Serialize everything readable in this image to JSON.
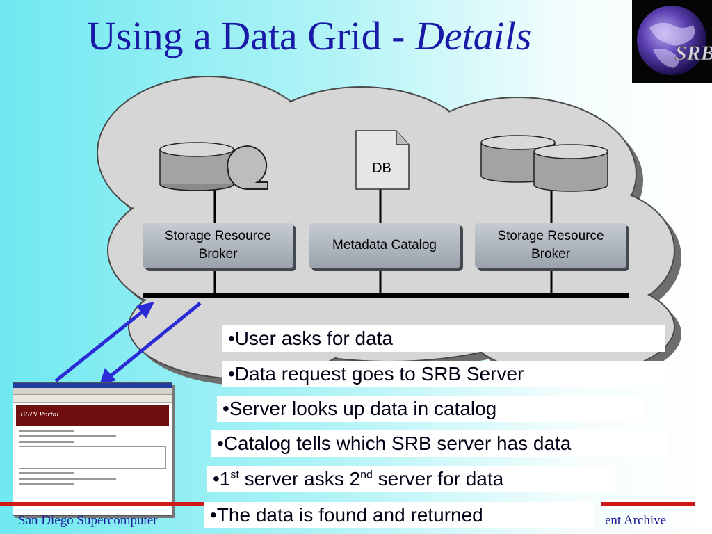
{
  "slide": {
    "title_main": "Using a Data Grid -",
    "title_italic": "Details"
  },
  "diagram": {
    "db_label": "DB",
    "srb_left": [
      "Storage Resource",
      "Broker"
    ],
    "metadata": "Metadata Catalog",
    "srb_right": [
      "Storage Resource",
      "Broker"
    ]
  },
  "logo": {
    "text": "SRB"
  },
  "portal": {
    "title": "BIRN Portal"
  },
  "bullets": [
    {
      "pre": "•User asks for data"
    },
    {
      "pre": "•Data request goes to SRB Server"
    },
    {
      "pre": "•Server looks up data in catalog"
    },
    {
      "pre": "•Catalog tells which SRB server has data"
    },
    {
      "pre": "•1",
      "sup1": "st",
      "mid": " server asks 2",
      "sup2": "nd",
      "post": " server for data"
    },
    {
      "pre": "•The data is found and returned"
    }
  ],
  "footer": {
    "left": "San Diego Supercomputer",
    "right": "ent Archive"
  },
  "colors": {
    "title": "#1a1aa8",
    "arrow": "#2a2ad6",
    "footer_line": "#d01818"
  }
}
